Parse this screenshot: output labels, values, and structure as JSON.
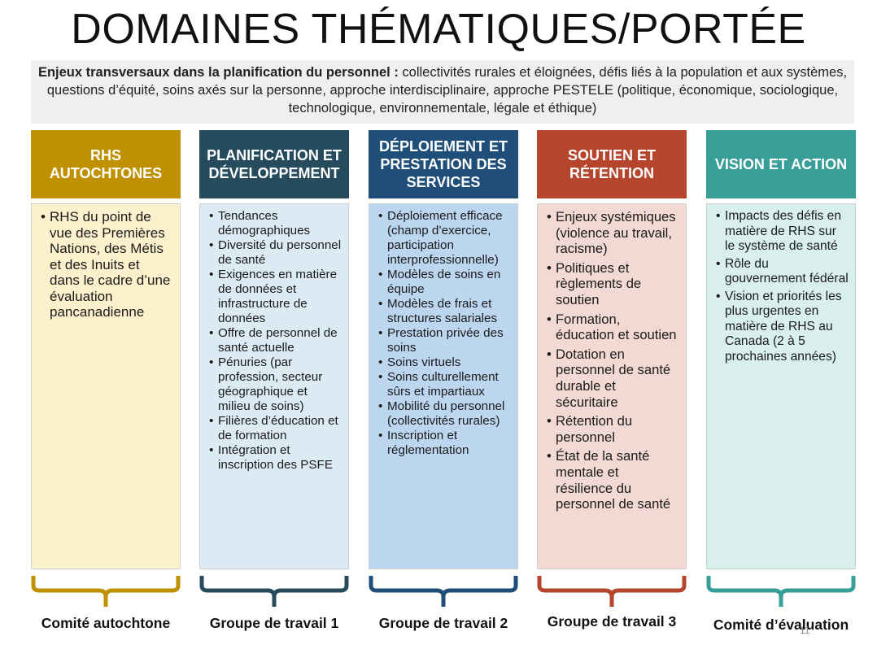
{
  "title": "DOMAINES THÉMATIQUES/PORTÉE",
  "banner": {
    "bold": "Enjeux transversaux dans la planification du personnel :",
    "text": " collectivités rurales et éloignées, défis liés à la population et aux systèmes, questions d’équité, soins axés sur la personne, approche interdisciplinaire, approche PESTELE (politique, économique, sociologique, technologique, environnementale, légale et éthique)"
  },
  "colors": {
    "col1_head": "#bf9000",
    "col1_body": "#fdf0cc",
    "col2_head": "#264b5d",
    "col2_body": "#dbeaf3",
    "col3_head": "#1f4e79",
    "col3_body": "#bcd6f0",
    "col4_head": "#b5462d",
    "col4_body": "#f2d9d3",
    "col5_head": "#3a9e98",
    "col5_body": "#d8efee"
  },
  "columns": [
    {
      "head": "RHS AUTOCHTONES",
      "items": [
        "RHS du point de vue des Premières Nations, des Métis et des Inuits et dans le cadre d’une évaluation pancanadienne"
      ],
      "footer": "Comité autochtone"
    },
    {
      "head": "PLANIFICATION ET DÉVELOPPEMENT",
      "items": [
        "Tendances démographiques",
        "Diversité du personnel de santé",
        "Exigences en matière de données et infrastructure de données",
        "Offre de personnel de santé actuelle",
        "Pénuries (par profession, secteur géographique et milieu de soins)",
        "Filières d’éducation et de formation",
        "Intégration et inscription des PSFE"
      ],
      "footer": "Groupe de travail 1"
    },
    {
      "head": "DÉPLOIEMENT ET PRESTATION DES SERVICES",
      "items": [
        "Déploiement efficace (champ d’exercice, participation interprofessionnelle)",
        "Modèles de soins en équipe",
        "Modèles de frais et structures salariales",
        "Prestation privée des soins",
        "Soins virtuels",
        "Soins culturellement sûrs et impartiaux",
        "Mobilité du personnel (collectivités rurales)",
        "Inscription et réglementation"
      ],
      "footer": "Groupe de travail 2"
    },
    {
      "head": "SOUTIEN ET RÉTENTION",
      "items": [
        "Enjeux systémiques (violence au travail, racisme)",
        "Politiques et règlements de soutien",
        "Formation, éducation et soutien",
        "Dotation en personnel de santé durable et sécuritaire",
        "Rétention du personnel",
        "État de la santé mentale et résilience du personnel de santé"
      ],
      "footer": "Groupe de travail 3"
    },
    {
      "head": "VISION ET ACTION",
      "items": [
        "Impacts des défis en matière de RHS sur le système de santé",
        "Rôle du gouvernement fédéral",
        "Vision et priorités les plus urgentes en matière de RHS au Canada (2 à 5 prochaines années)"
      ],
      "footer": "Comité d’évaluation"
    }
  ],
  "page_number": "11"
}
